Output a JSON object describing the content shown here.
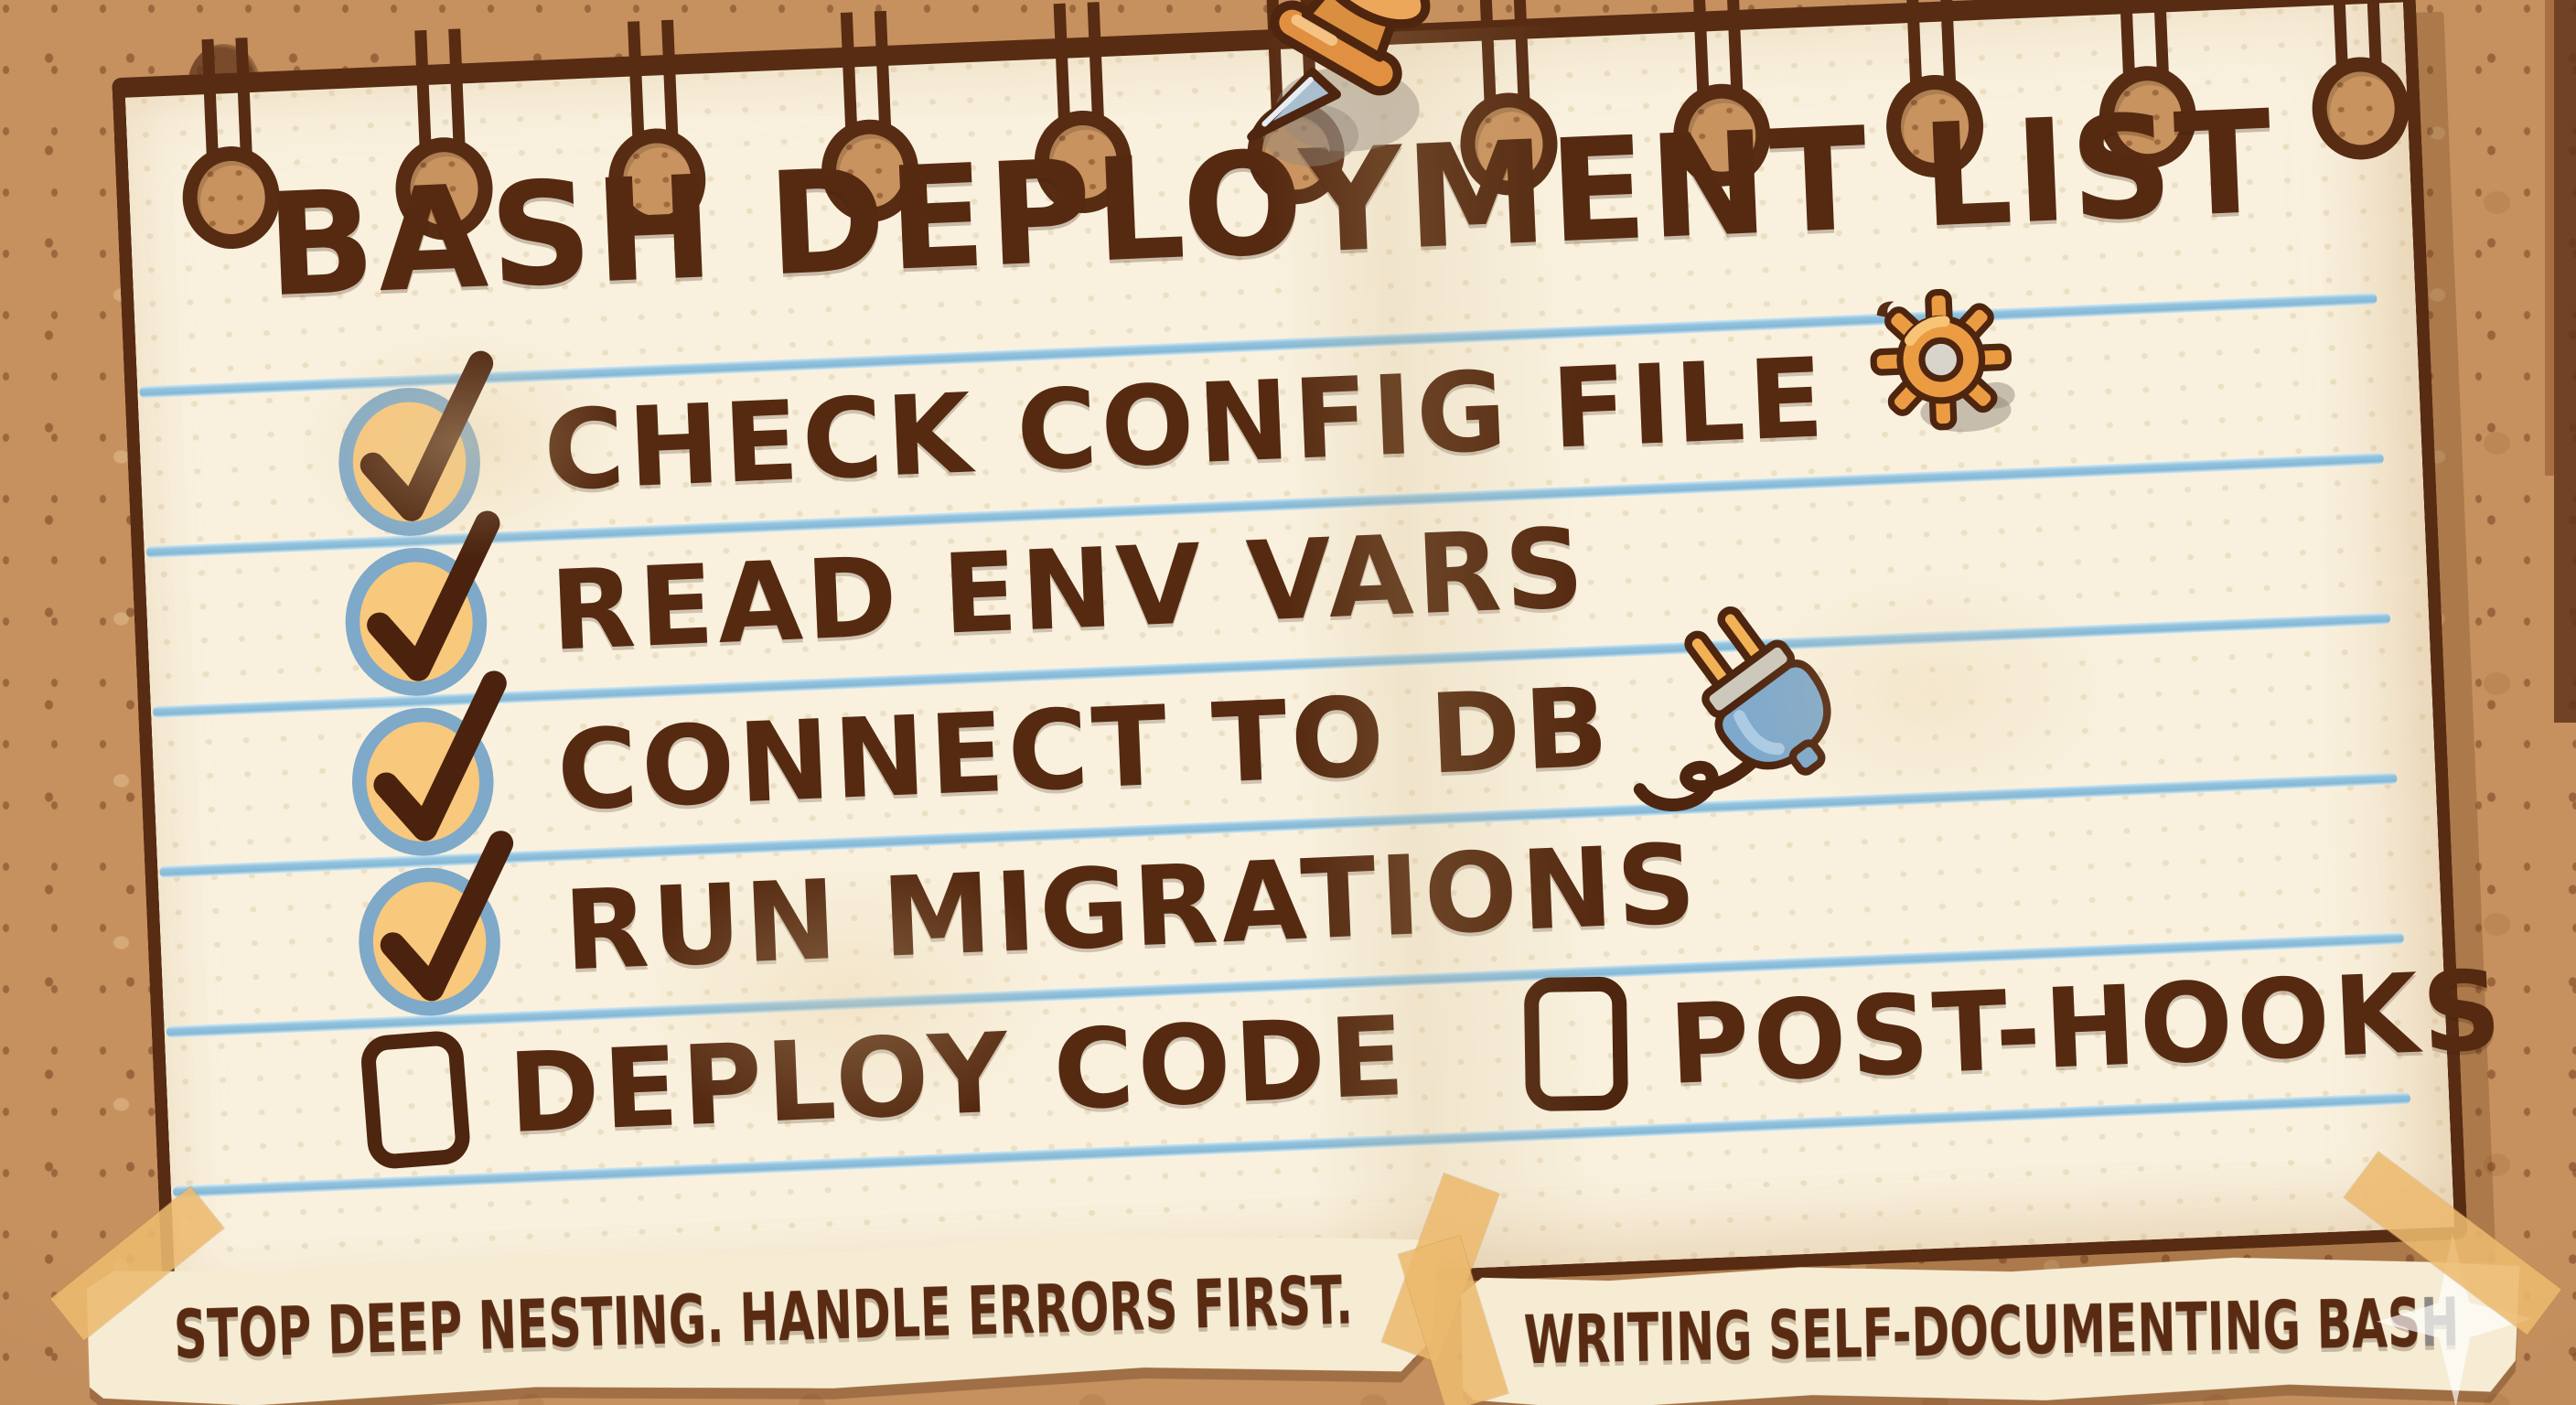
{
  "note": {
    "title": "BASH DEPLOYMENT LIST",
    "items": [
      {
        "label": "CHECK CONFIG FILE",
        "checked": true,
        "icon": "gear-icon"
      },
      {
        "label": "READ ENV VARS",
        "checked": true,
        "icon": ""
      },
      {
        "label": "CONNECT TO DB",
        "checked": true,
        "icon": "plug-icon"
      },
      {
        "label": "RUN MIGRATIONS",
        "checked": true,
        "icon": ""
      },
      {
        "label": "DEPLOY CODE",
        "checked": false,
        "icon": ""
      },
      {
        "label": "POST-HOOKS",
        "checked": false,
        "icon": ""
      }
    ],
    "binding_holes": 11
  },
  "footer": {
    "left_note": {
      "text": "STOP DEEP NESTING. HANDLE ERRORS FIRST."
    },
    "right_note": {
      "text_main": "WRITING SELF-DOCUMENTING BAS",
      "text_ghost": "H"
    }
  },
  "decor": {
    "pushpin": "pushpin-icon",
    "checked_style": "orange-circle-with-brown-check",
    "unchecked_style": "empty-rounded-square"
  },
  "colors": {
    "cork": "#c6915f",
    "cork_speckle": "#76401e",
    "paper": "#f9f1de",
    "ink": "#552a11",
    "rule_blue": "#92c2dd",
    "check_fill": "#f8c87c",
    "check_ring": "#7ea9c9",
    "tape": "#ecba78",
    "gear_orange": "#e89a42",
    "plug_blue": "#7fa9cc",
    "pin_orange": "#eda75a",
    "label_bg": "#f6ecd3",
    "edge_brown": "#572c13"
  }
}
